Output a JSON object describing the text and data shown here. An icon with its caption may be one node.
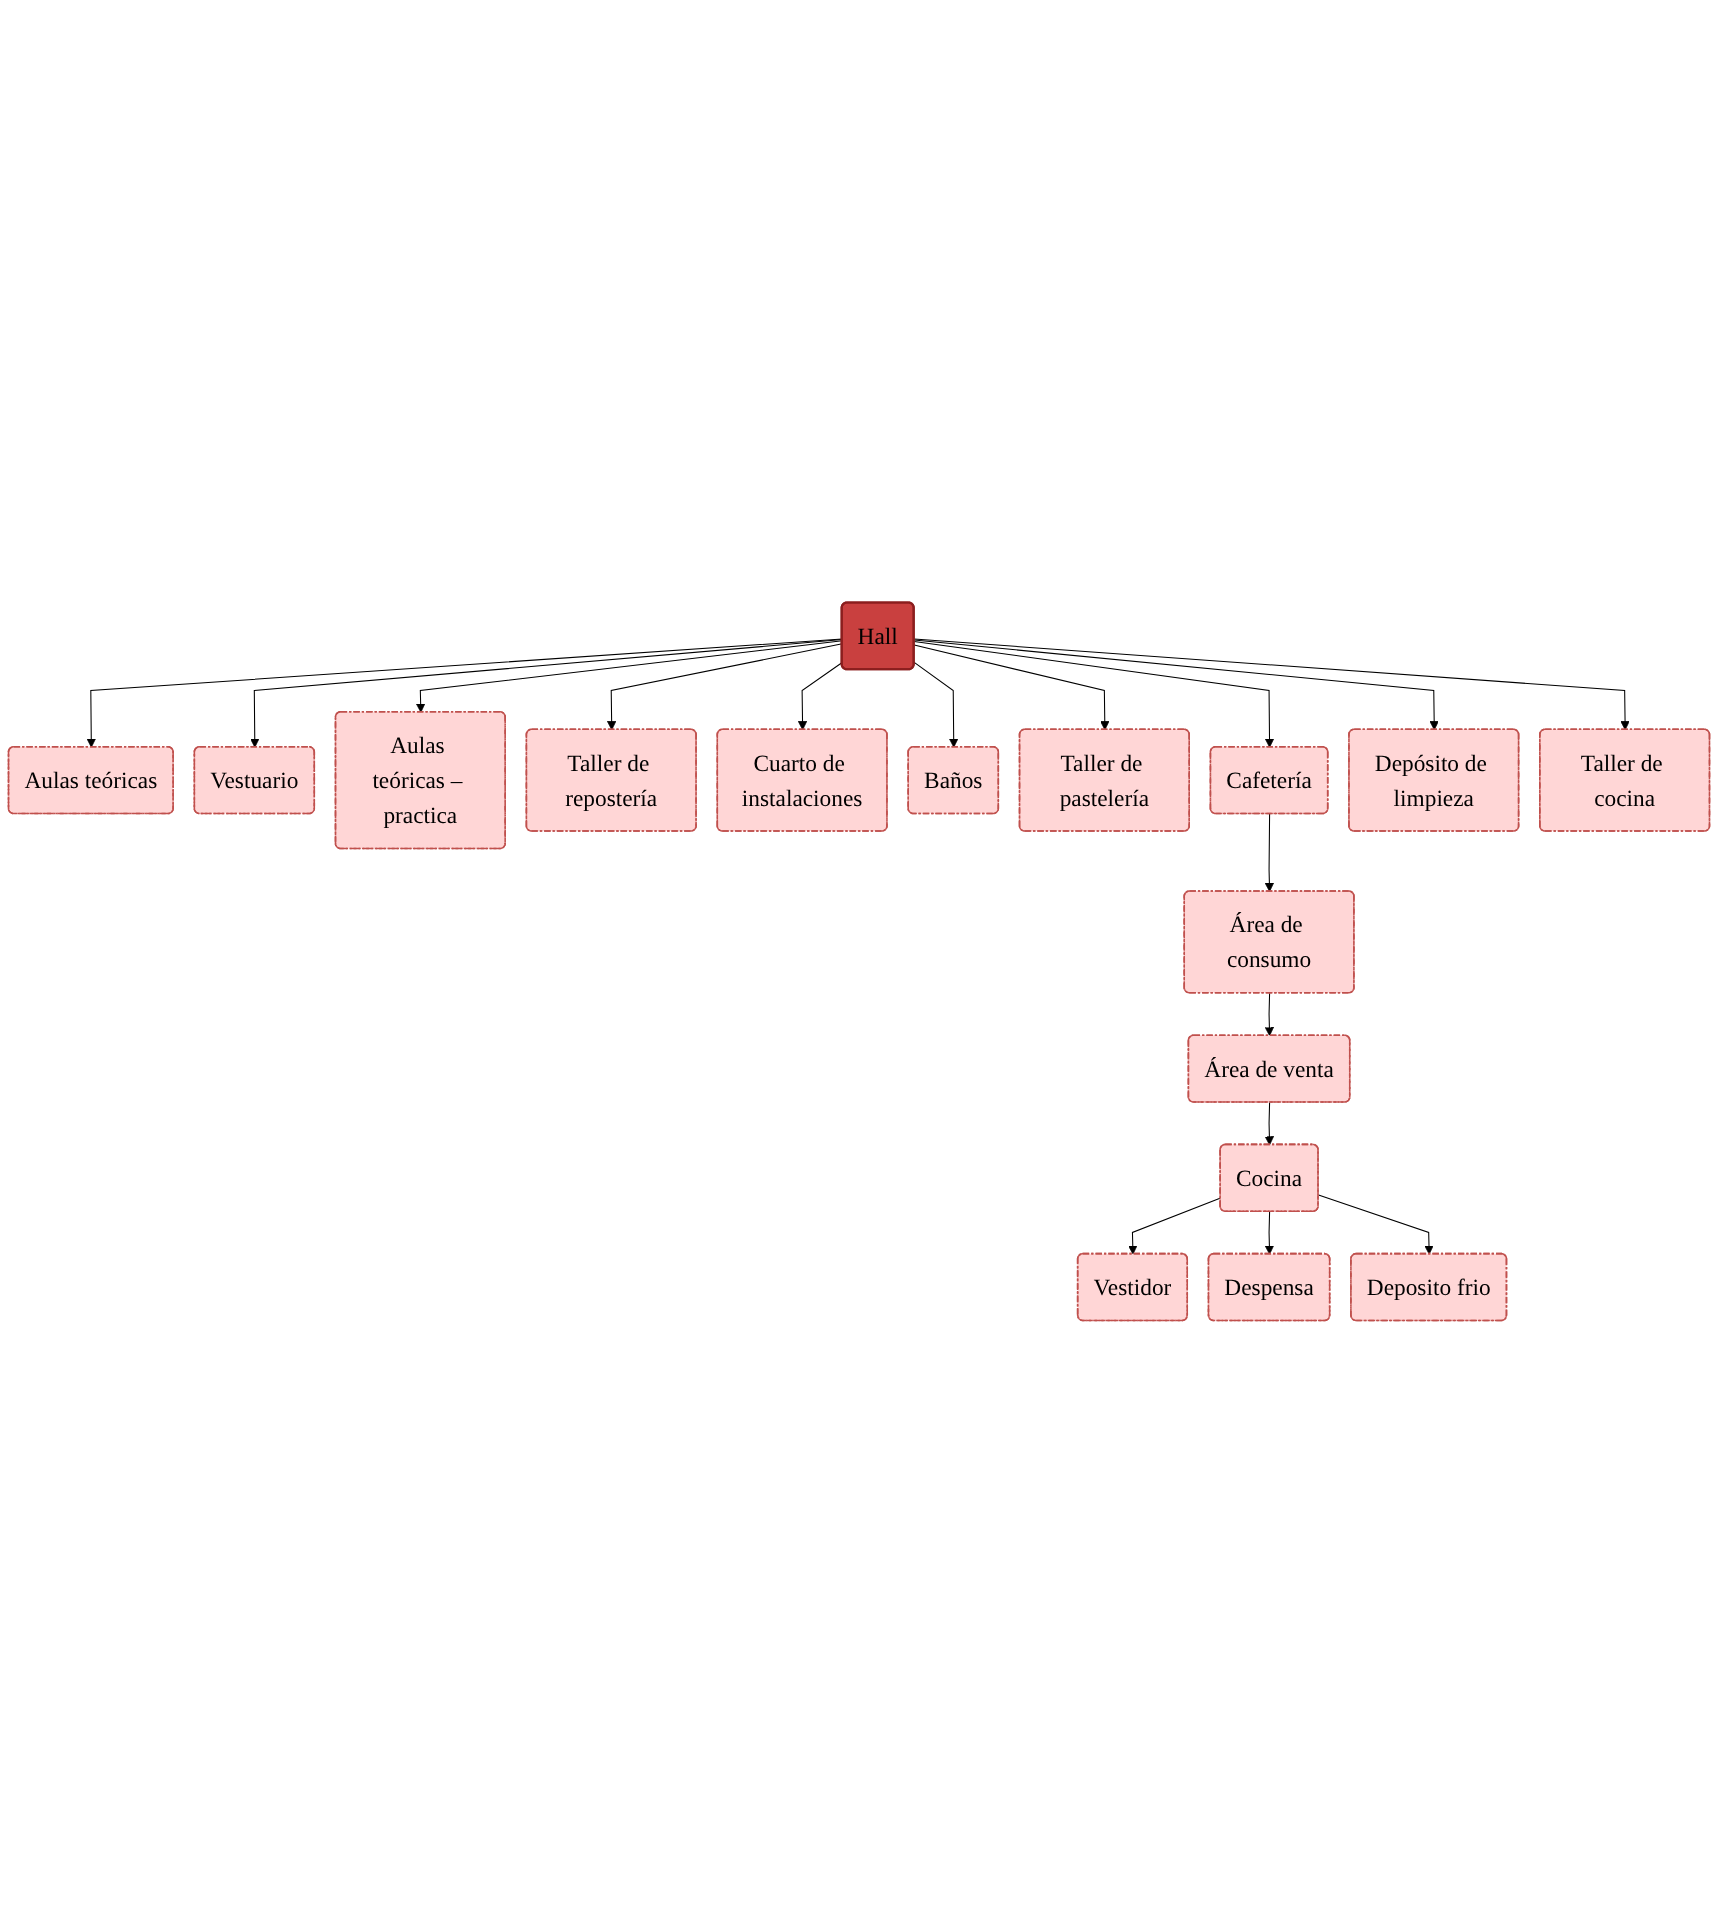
{
  "diagram": {
    "nodes": [
      {
        "text": [
          "Hall"
        ]
      },
      {
        "text": [
          "Aulas teóricas"
        ]
      },
      {
        "text": [
          "Vestuario"
        ]
      },
      {
        "text": [
          "Aulas teóricas – practica"
        ]
      },
      {
        "text": [
          "Taller de repostería"
        ]
      },
      {
        "text": [
          "Cuarto de instalaciones"
        ]
      },
      {
        "text": [
          "Baños"
        ]
      },
      {
        "text": [
          "Taller de pastelería"
        ]
      },
      {
        "text": [
          "Cafetería"
        ]
      },
      {
        "text": [
          "Depósito de limpieza"
        ]
      },
      {
        "text": [
          "Taller de cocina"
        ]
      },
      {
        "text": [
          "Área de consumo"
        ]
      },
      {
        "text": [
          "Área de venta"
        ]
      },
      {
        "text": [
          "Vestidor"
        ]
      },
      {
        "text": [
          "Cocina"
        ]
      },
      {
        "text": [
          "Despensa"
        ]
      },
      {
        "text": [
          "Deposito frio"
        ]
      }
    ],
    "edges": [
      {
        "from": 0,
        "to": 1,
        "arrow": "to"
      },
      {
        "from": 0,
        "to": 2,
        "arrow": "to"
      },
      {
        "from": 0,
        "to": 3,
        "arrow": "to"
      },
      {
        "from": 0,
        "to": 4,
        "arrow": "to"
      },
      {
        "from": 0,
        "to": 5,
        "arrow": "to"
      },
      {
        "from": 0,
        "to": 6,
        "arrow": "to"
      },
      {
        "from": 0,
        "to": 7,
        "arrow": "to"
      },
      {
        "from": 0,
        "to": 8,
        "arrow": "to"
      },
      {
        "from": 0,
        "to": 9,
        "arrow": "to"
      },
      {
        "from": 0,
        "to": 10,
        "arrow": "to"
      },
      {
        "from": 8,
        "to": 11,
        "arrow": "to"
      },
      {
        "from": 11,
        "to": 12,
        "arrow": "to"
      },
      {
        "from": 12,
        "to": 14,
        "arrow": "to"
      },
      {
        "from": 14,
        "to": 13,
        "arrow": "to"
      },
      {
        "from": 14,
        "to": 15,
        "arrow": "to"
      },
      {
        "from": 14,
        "to": 16,
        "arrow": "to"
      }
    ]
  }
}
